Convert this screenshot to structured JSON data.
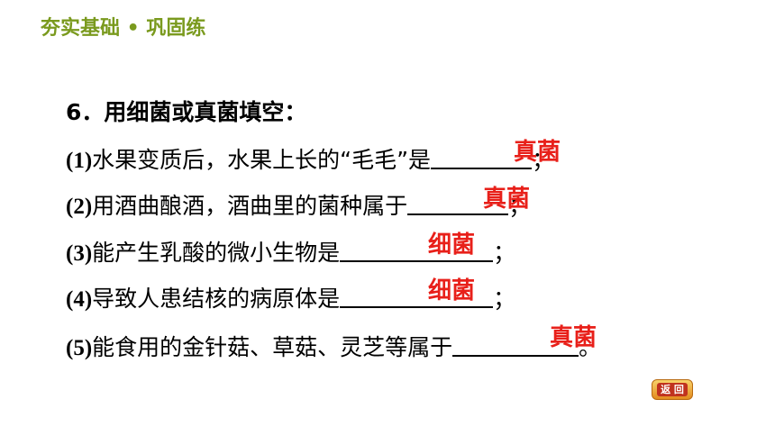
{
  "header": {
    "title": "夯实基础 • 巩固练"
  },
  "question": {
    "text": "6．用细菌或真菌填空："
  },
  "items": [
    {
      "num": "(1)",
      "prefix": "水果变质后，水果上长的“毛毛”是",
      "suffix": "；",
      "answer": "真菌"
    },
    {
      "num": "(2)",
      "prefix": "用酒曲酿酒，酒曲里的菌种属于",
      "suffix": "；",
      "answer": "真菌"
    },
    {
      "num": "(3)",
      "prefix": "能产生乳酸的微小生物是",
      "suffix": "；",
      "answer": "细菌"
    },
    {
      "num": "(4)",
      "prefix": "导致人患结核的病原体是",
      "suffix": "；",
      "answer": "细菌"
    },
    {
      "num": "(5)",
      "prefix": "能食用的金针菇、草菇、灵芝等属于",
      "suffix": "。",
      "answer": "真菌"
    }
  ],
  "back_button": {
    "label": "返 回"
  },
  "colors": {
    "header": "#7a9a1e",
    "answer": "#e8201a",
    "text": "#000000"
  }
}
